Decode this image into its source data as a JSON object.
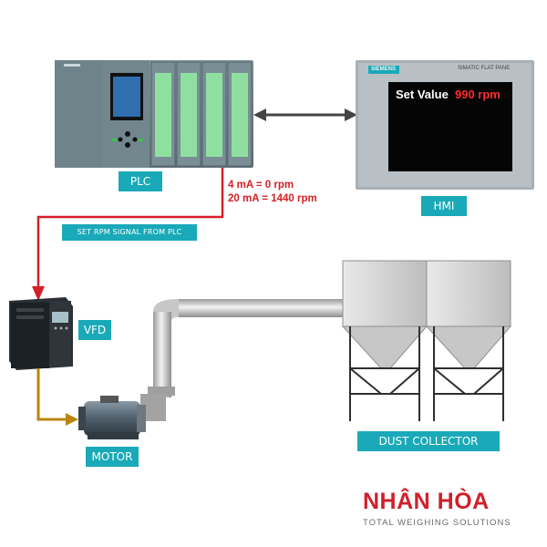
{
  "labels": {
    "plc": "PLC",
    "hmi": "HMI",
    "vfd": "VFD",
    "motor": "MOTOR",
    "dust_collector": "DUST COLLECTOR",
    "signal": "SET RPM SIGNAL FROM PLC"
  },
  "scaling": {
    "line1": "4 mA = 0 rpm",
    "line2": "20 mA = 1440 rpm"
  },
  "hmi_screen": {
    "label": "Set Value",
    "value": "990 rpm"
  },
  "hmi_device": {
    "brand": "SIEMENS",
    "model": "SIMATIC FLAT PANE"
  },
  "logo": {
    "name": "NHÂN HÒA",
    "tagline": "TOTAL WEIGHING SOLUTIONS"
  },
  "colors": {
    "accent": "#1aa9b8",
    "signal_red": "#d61f26",
    "motor_link": "#b8860b",
    "brand_red": "#d0202a"
  }
}
